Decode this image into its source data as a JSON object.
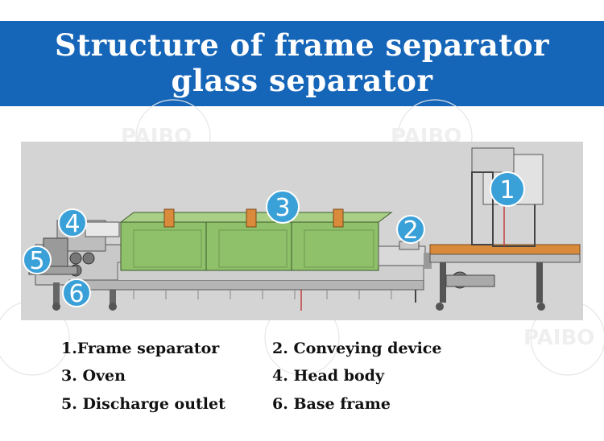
{
  "header": {
    "title_line1": "Structure of frame separator",
    "title_line2": "glass separator"
  },
  "watermark": {
    "text": "PAIBO"
  },
  "callouts": [
    "1",
    "2",
    "3",
    "4",
    "5",
    "6"
  ],
  "legend": {
    "item1": "1.Frame separator",
    "item2": "2. Conveying device",
    "item3": "3. Oven",
    "item4": "4. Head body",
    "item5": "5. Discharge outlet",
    "item6": "6. Base frame"
  },
  "colors": {
    "banner": "#1565b8",
    "callout": "#3aa0d8",
    "oven": "#8fc06a",
    "conveyor_orange": "#d98a3a"
  }
}
